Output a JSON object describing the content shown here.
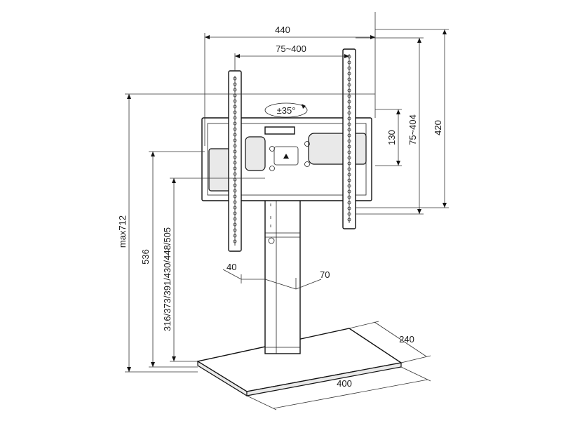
{
  "dimensions": {
    "overall_width": "440",
    "vesa_horizontal": "75~400",
    "rotation": "±35°",
    "bracket_height": "130",
    "vesa_vertical": "75~404",
    "bracket_total": "420",
    "max_height": "max712",
    "column_height": "536",
    "mount_heights": "316/373/391/430/448/505",
    "column_depth": "40",
    "column_width": "70",
    "base_depth": "240",
    "base_width": "400"
  }
}
